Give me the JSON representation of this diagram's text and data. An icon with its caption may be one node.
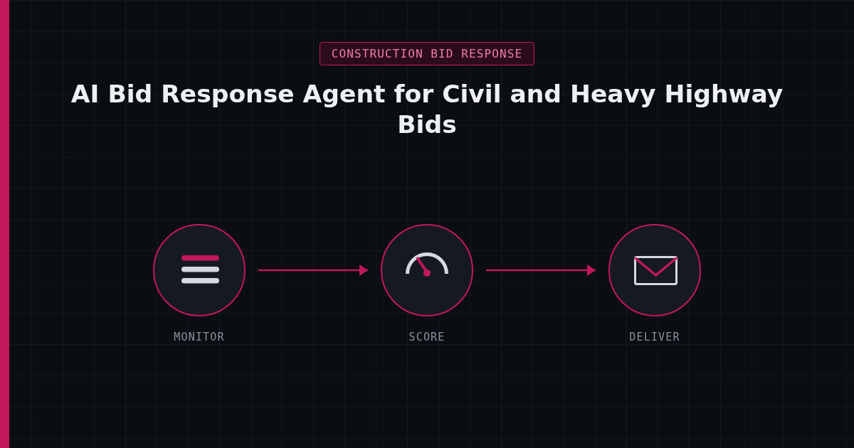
{
  "diagram": {
    "title": "AI Bid Response Agent for Civil and Heavy Highway Bids",
    "nodes": [
      {
        "text": [
          "CONSTRUCTION BID RESPONSE"
        ]
      },
      {
        "text": [
          "MONITOR"
        ]
      },
      {
        "text": [
          "SCORE"
        ]
      },
      {
        "text": [
          "DELIVER"
        ]
      }
    ],
    "edges": [
      {
        "from": 1,
        "to": 2,
        "arrow": "to"
      },
      {
        "from": 2,
        "to": 3,
        "arrow": "to"
      }
    ]
  }
}
